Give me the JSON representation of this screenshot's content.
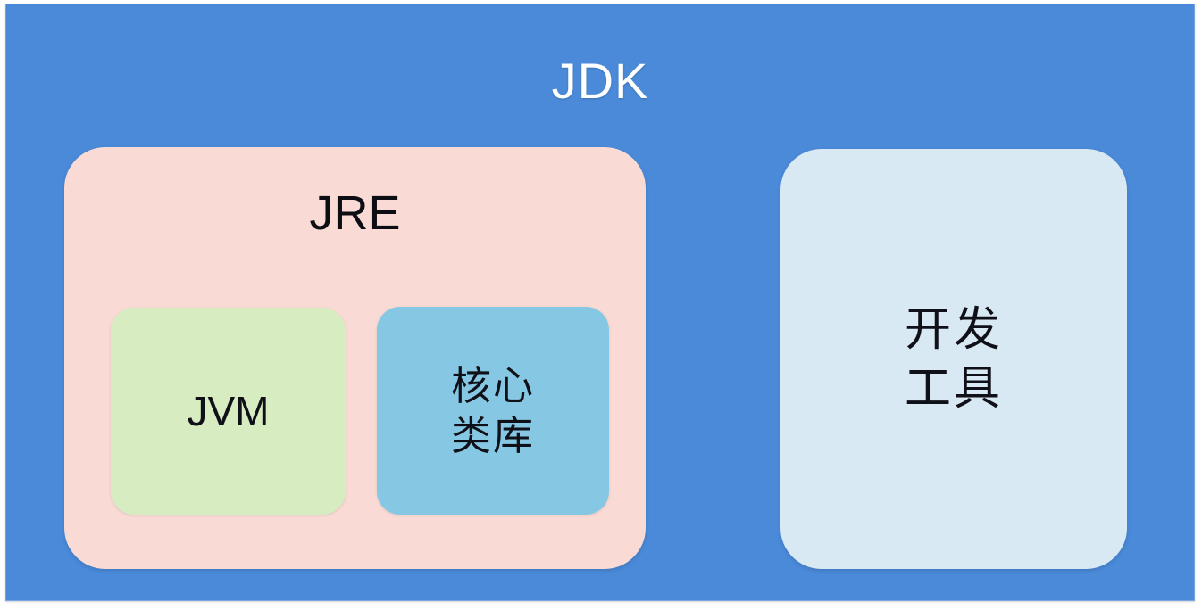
{
  "diagram": {
    "title": "JDK",
    "background_color": "#4a8ad9",
    "title_color": "#ffffff",
    "boxes": [
      {
        "id": "jre",
        "label": "JRE",
        "fill": "#f9dad4",
        "text_color": "#0d0d14",
        "children": [
          {
            "id": "jvm",
            "label": "JVM",
            "fill": "#d7edc1",
            "text_color": "#101018"
          },
          {
            "id": "core-libraries",
            "label_line1": "核心",
            "label_line2": "类库",
            "fill": "#86c8e4",
            "text_color": "#101018"
          }
        ]
      },
      {
        "id": "dev-tools",
        "label_line1": "开发",
        "label_line2": "工具",
        "fill": "#d9e9f3",
        "text_color": "#101018"
      }
    ]
  }
}
